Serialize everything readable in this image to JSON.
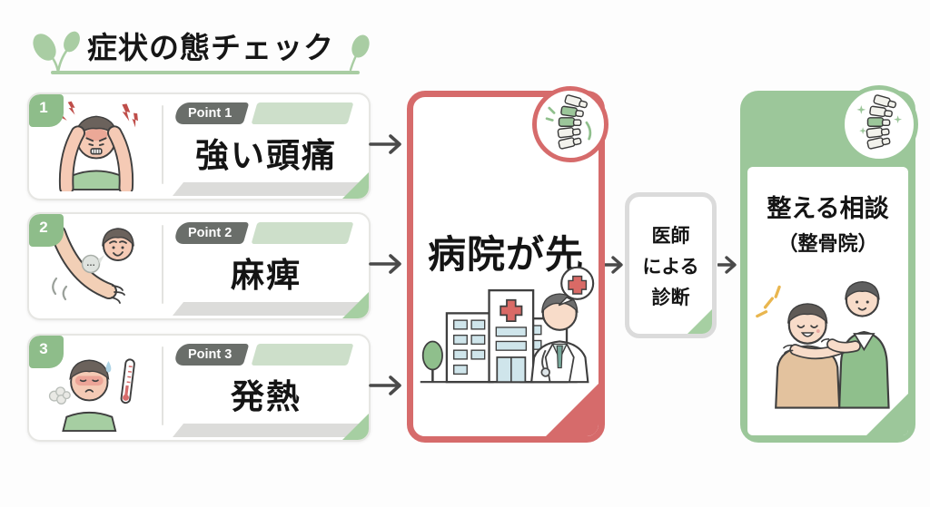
{
  "title": {
    "text": "症状の態チェック"
  },
  "symptom_cards": [
    {
      "number": "1",
      "point_label": "Point 1",
      "symptom": "強い頭痛",
      "illustration": "headache-person"
    },
    {
      "number": "2",
      "point_label": "Point 2",
      "symptom": "麻痺",
      "illustration": "numb-arm-person",
      "bubble_text": "…"
    },
    {
      "number": "3",
      "point_label": "Point 3",
      "symptom": "発熱",
      "illustration": "fever-person"
    }
  ],
  "hospital_card": {
    "title": "病院が先",
    "badge_icon": "spine-icon",
    "illustration": "hospital-and-doctor"
  },
  "diagnosis_card": {
    "line1": "医師",
    "line2": "による",
    "line3": "診断"
  },
  "consultation_card": {
    "title": "整える相談",
    "subtitle": "（整骨院）",
    "badge_icon": "spine-sparkle-icon",
    "illustration": "shoulder-massage"
  },
  "icons": {
    "header": "leaf-icon",
    "flow": "arrow-right-icon"
  },
  "colors": {
    "accent_green": "#9cc79a",
    "light_green": "#cddfca",
    "badge_green": "#8ebd8a",
    "accent_red": "#d66b6b",
    "tag_gray": "#6a6e6a",
    "bar_gray": "#dcdcda",
    "arrow_gray": "#4a4a4a"
  }
}
